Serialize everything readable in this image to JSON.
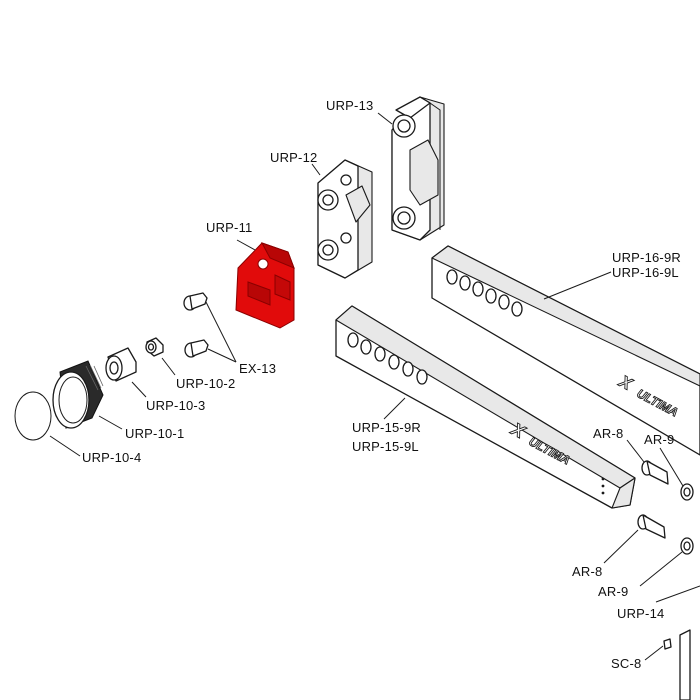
{
  "labels": {
    "urp13": "URP-13",
    "urp12": "URP-12",
    "urp11": "URP-11",
    "ex13": "EX-13",
    "urp10_2": "URP-10-2",
    "urp10_3": "URP-10-3",
    "urp10_1": "URP-10-1",
    "urp10_4": "URP-10-4",
    "urp16_9r": "URP-16-9R",
    "urp16_9l": "URP-16-9L",
    "urp15_9r": "URP-15-9R",
    "urp15_9l": "URP-15-9L",
    "ar8_top": "AR-8",
    "ar9_top": "AR-9",
    "ar8_bottom": "AR-8",
    "ar9_bottom": "AR-9",
    "urp14": "URP-14",
    "sc8": "SC-8"
  },
  "logo_text": "ULTIMA",
  "highlight_color": "#e10b0b"
}
